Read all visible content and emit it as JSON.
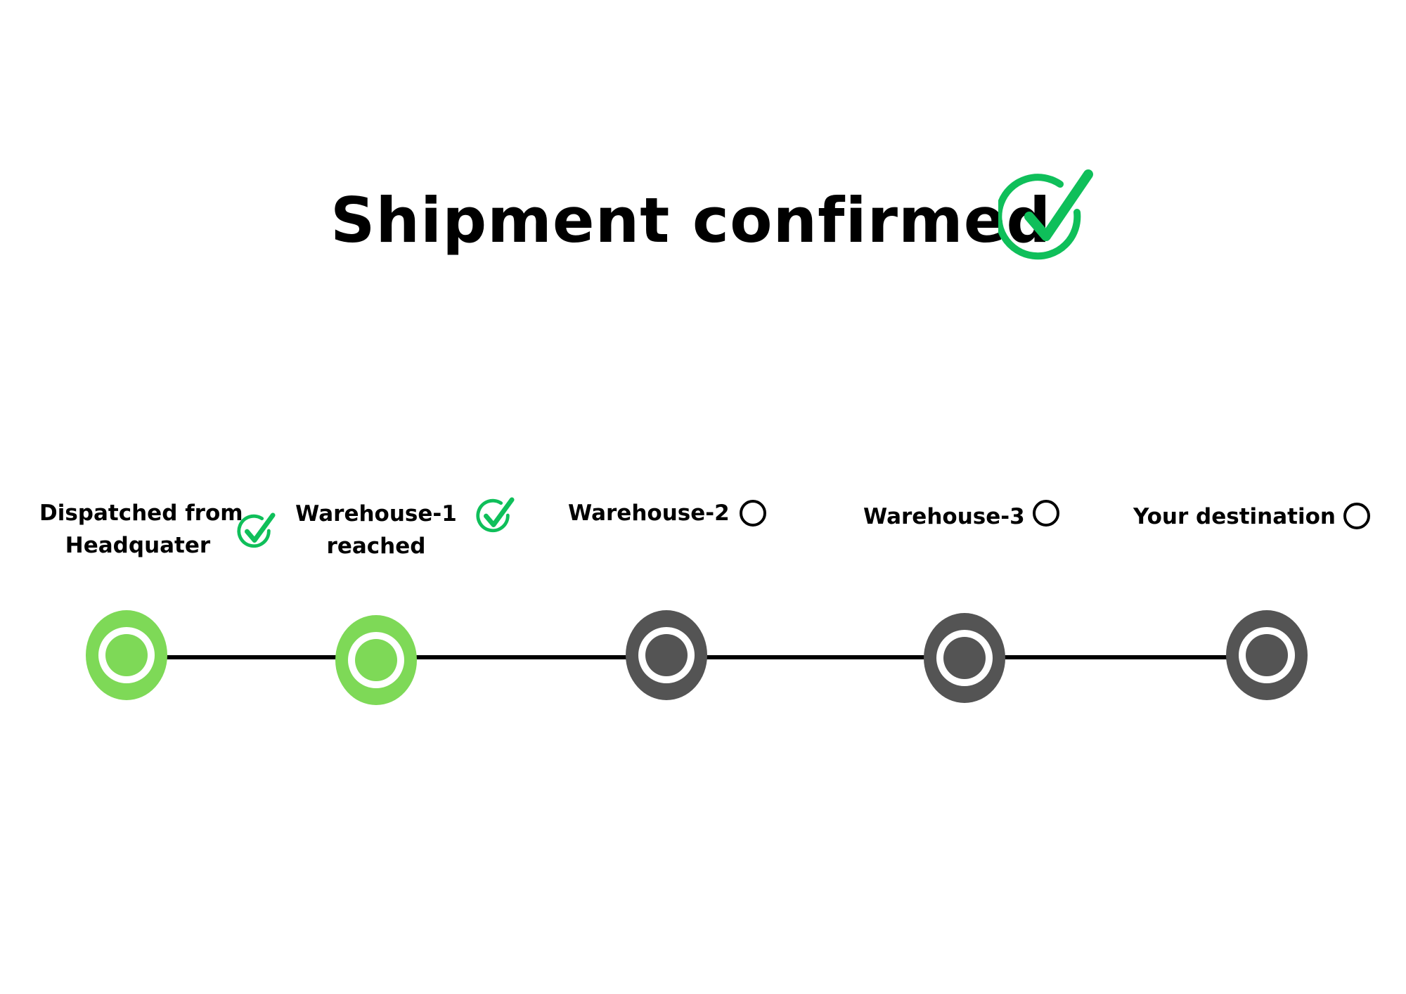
{
  "title": "Shipment confirmed",
  "colors": {
    "confirm_green": "#0fbf5a",
    "done_node": "#7ed957",
    "pending_node": "#545454",
    "line": "#000000"
  },
  "steps": [
    {
      "label_line1": "Dispatched from",
      "label_line2": "Headquater",
      "status": "completed",
      "status_icon": "check-circle-icon"
    },
    {
      "label_line1": "Warehouse-1",
      "label_line2": "reached",
      "status": "completed",
      "status_icon": "check-circle-icon"
    },
    {
      "label_line1": "Warehouse-2",
      "status": "pending",
      "status_icon": "empty-circle-icon"
    },
    {
      "label_line1": "Warehouse-3",
      "status": "pending",
      "status_icon": "empty-circle-icon"
    },
    {
      "label_line1": "Your destination",
      "status": "pending",
      "status_icon": "empty-circle-icon"
    }
  ]
}
